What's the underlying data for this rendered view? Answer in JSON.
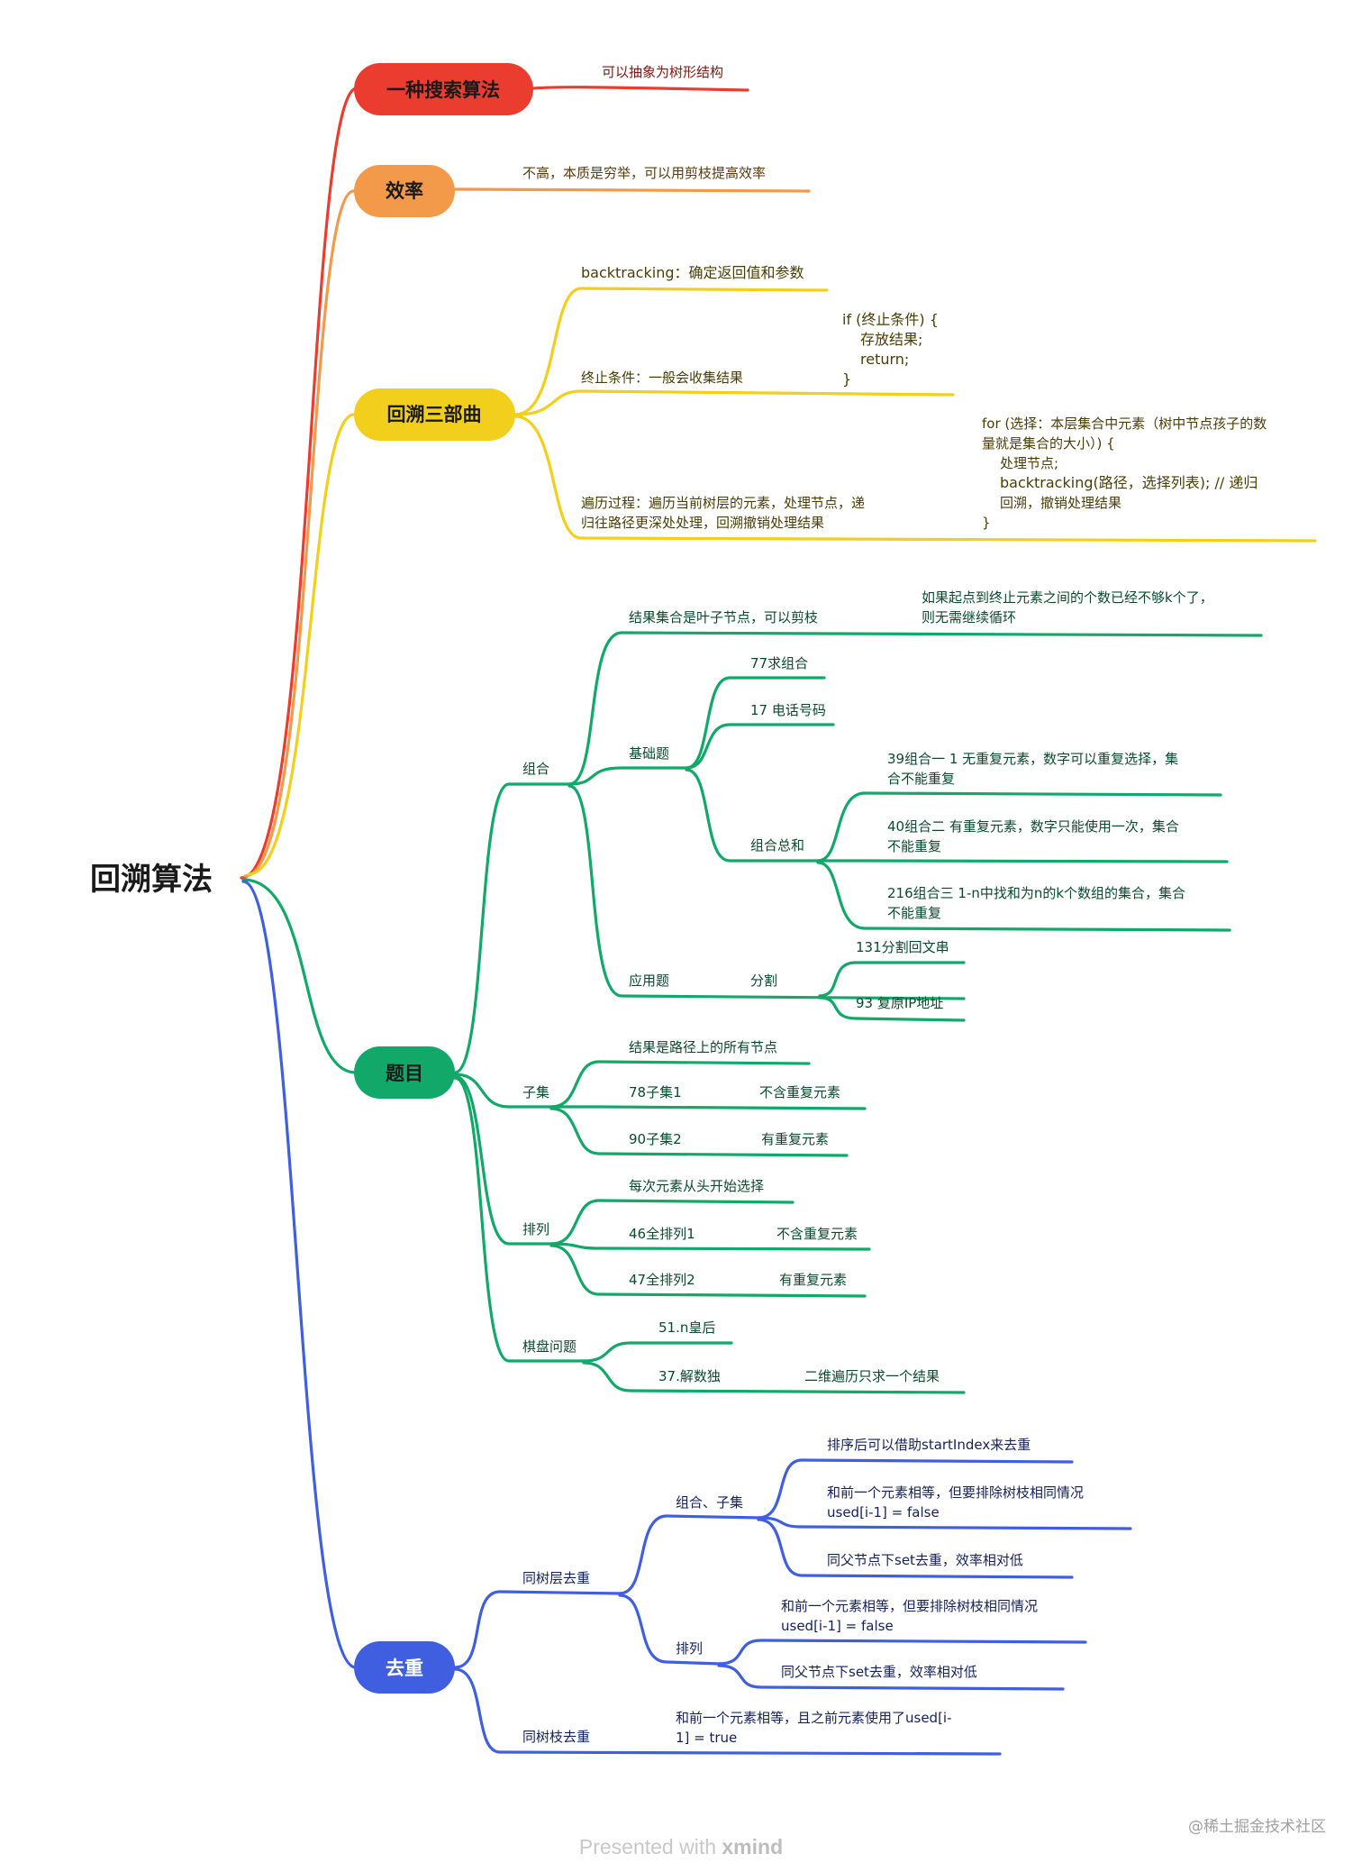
{
  "root": "回溯算法",
  "colors": {
    "red": "#ea3c2f",
    "orange": "#f2994a",
    "yellow": "#f2cf1d",
    "green": "#12a86a",
    "blue": "#3f5fe0"
  },
  "branches": {
    "search": {
      "title": "一种搜索算法",
      "note": "可以抽象为树形结构"
    },
    "efficiency": {
      "title": "效率",
      "note": "不高，本质是穷举，可以用剪枝提高效率"
    },
    "three_parts": {
      "title": "回溯三部曲",
      "backtracking": "backtracking：确定返回值和参数",
      "termination": "终止条件：一般会收集结果",
      "termination_code": [
        "if (终止条件) {",
        "    存放结果;",
        "    return;",
        "}"
      ],
      "traverse": [
        "遍历过程：遍历当前树层的元素，处理节点，递",
        "归往路径更深处处理，回溯撤销处理结果"
      ],
      "traverse_code": [
        "for (选择：本层集合中元素（树中节点孩子的数",
        "量就是集合的大小）) {",
        "    处理节点;",
        "    backtracking(路径，选择列表); // 递归",
        "    回溯，撤销处理结果",
        "}"
      ]
    },
    "problems": {
      "title": "题目",
      "combination": {
        "label": "组合",
        "leaf_result": "结果集合是叶子节点，可以剪枝",
        "prune_note": [
          "如果起点到终止元素之间的个数已经不够k个了，",
          "则无需继续循环"
        ],
        "basic": {
          "label": "基础题",
          "items": [
            "77求组合",
            "17 电话号码"
          ],
          "sum": {
            "label": "组合总和",
            "items": [
              [
                "39组合一 1 无重复元素，数字可以重复选择，集",
                "合不能重复"
              ],
              [
                "40组合二 有重复元素，数字只能使用一次，集合",
                "不能重复"
              ],
              [
                "216组合三 1-n中找和为n的k个数组的集合，集合",
                "不能重复"
              ]
            ]
          }
        },
        "apply": {
          "label": "应用题",
          "split": "分割",
          "items": [
            "131分割回文串",
            "93 复原IP地址"
          ]
        }
      },
      "subset": {
        "label": "子集",
        "note": "结果是路径上的所有节点",
        "items": [
          {
            "name": "78子集1",
            "desc": "不含重复元素"
          },
          {
            "name": "90子集2",
            "desc": "有重复元素"
          }
        ]
      },
      "permutation": {
        "label": "排列",
        "note": "每次元素从头开始选择",
        "items": [
          {
            "name": "46全排列1",
            "desc": "不含重复元素"
          },
          {
            "name": "47全排列2",
            "desc": "有重复元素"
          }
        ]
      },
      "board": {
        "label": "棋盘问题",
        "queens": "51.n皇后",
        "sudoku": "37.解数独",
        "sudoku_desc": "二维遍历只求一个结果"
      }
    },
    "dedup": {
      "title": "去重",
      "same_layer": {
        "label": "同树层去重",
        "comb_subset": {
          "label": "组合、子集",
          "items": [
            [
              "排序后可以借助startIndex来去重"
            ],
            [
              "和前一个元素相等，但要排除树枝相同情况",
              "used[i-1] = false"
            ],
            [
              "同父节点下set去重，效率相对低"
            ]
          ]
        },
        "perm": {
          "label": "排列",
          "items": [
            [
              "和前一个元素相等，但要排除树枝相同情况",
              "used[i-1] = false"
            ],
            [
              "同父节点下set去重，效率相对低"
            ]
          ]
        }
      },
      "same_branch": {
        "label": "同树枝去重",
        "note": [
          "和前一个元素相等，且之前元素使用了used[i-",
          "1] = true"
        ]
      }
    }
  },
  "footer": {
    "prefix": "Presented with ",
    "brand": "xmind"
  },
  "watermark": "@稀土掘金技术社区"
}
